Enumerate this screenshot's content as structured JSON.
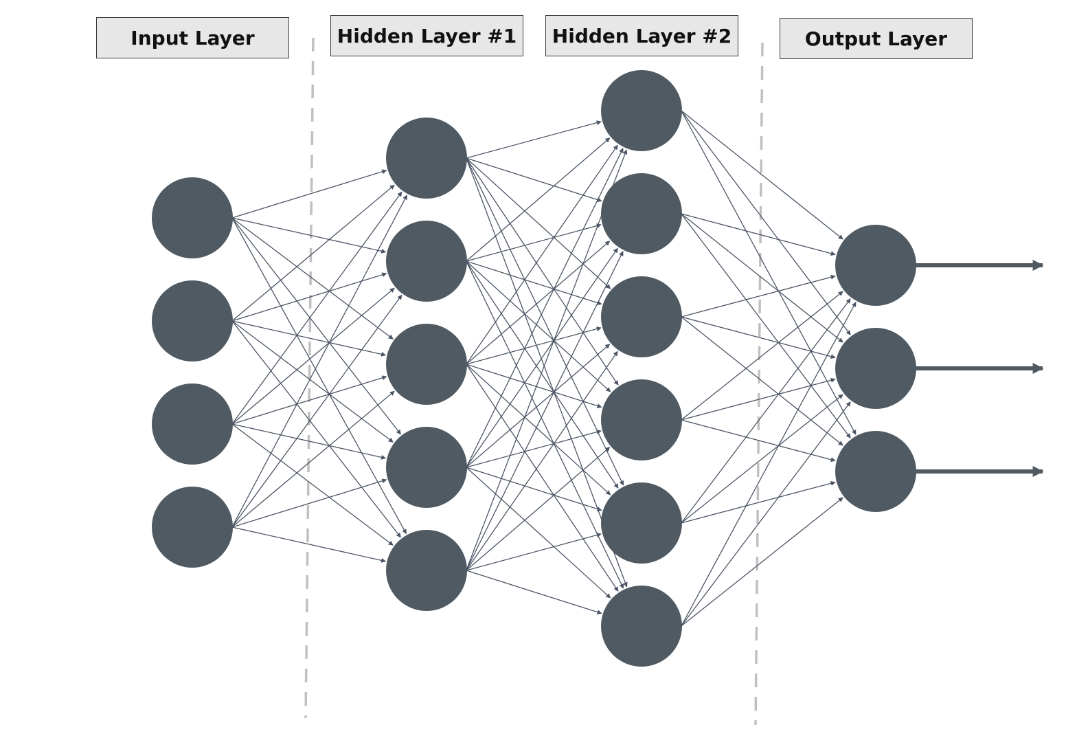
{
  "layer_labels": {
    "input": "Input Layer",
    "hidden1": "Hidden Layer #1",
    "hidden2": "Hidden Layer #2",
    "output": "Output Layer"
  },
  "network": {
    "layers": [
      {
        "id": "input",
        "nodes": 4
      },
      {
        "id": "hidden1",
        "nodes": 5
      },
      {
        "id": "hidden2",
        "nodes": 6
      },
      {
        "id": "output",
        "nodes": 3
      }
    ],
    "connections": "fully-connected",
    "output_arrows": 3
  },
  "colors": {
    "node": "#505a62",
    "edge": "#4b5564",
    "divider": "#c0c0c0",
    "label_bg": "#e7e7e7",
    "label_border": "#3a3a3a"
  }
}
